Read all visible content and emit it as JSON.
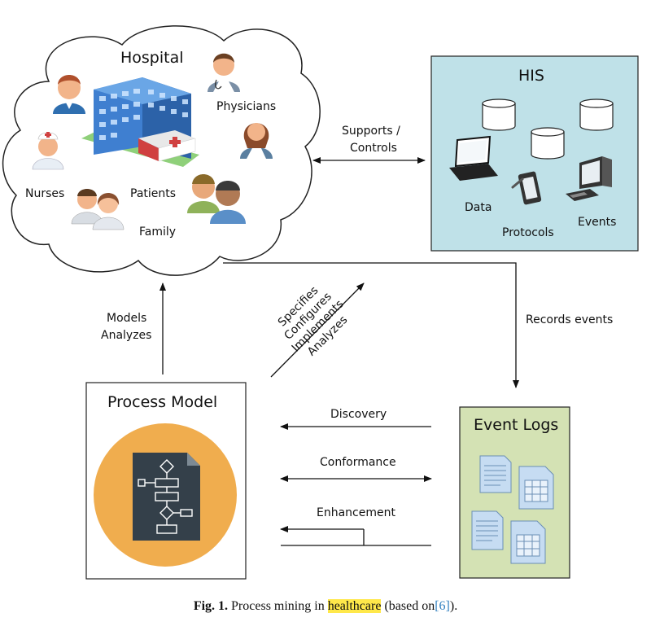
{
  "hospital": {
    "title": "Hospital",
    "labels": {
      "physicians": "Physicians",
      "nurses": "Nurses",
      "patients": "Patients",
      "family": "Family"
    }
  },
  "his": {
    "title": "HIS",
    "labels": {
      "data": "Data",
      "protocols": "Protocols",
      "events": "Events"
    }
  },
  "process_model": {
    "title": "Process Model"
  },
  "event_logs": {
    "title": "Event Logs"
  },
  "arrows": {
    "supports_line1": "Supports /",
    "supports_line2": "Controls",
    "models": "Models",
    "analyzes": "Analyzes",
    "records_events": "Records events",
    "diagonal": [
      "Specifies",
      "Configures",
      "Implements",
      "Analyzes"
    ],
    "discovery": "Discovery",
    "conformance": "Conformance",
    "enhancement": "Enhancement"
  },
  "caption": {
    "fig": "Fig. 1.",
    "text_before": "Process mining in",
    "highlight": "healthcare",
    "text_mid": "(based on",
    "ref": "[6]",
    "text_after": ")."
  },
  "colors": {
    "his_fill": "#bfe1e8",
    "event_logs_fill": "#d4e2b4",
    "process_circle": "#f0ad4e",
    "doc_dark": "#34404a",
    "caption_highlight": "#ffe84a",
    "caption_ref": "#2f7fbf"
  }
}
